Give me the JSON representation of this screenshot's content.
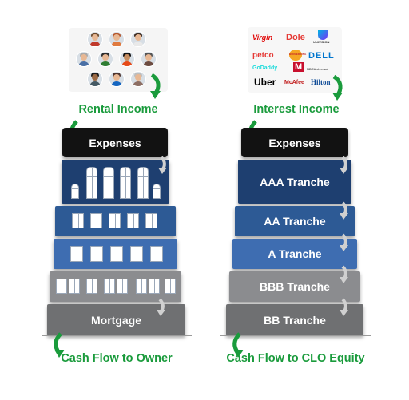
{
  "left": {
    "top_label": "Rental Income",
    "blocks": [
      "Expenses",
      "Mortgage"
    ],
    "bottom_label": "Cash Flow to Owner"
  },
  "right": {
    "top_label": "Interest Income",
    "blocks": [
      "Expenses",
      "AAA Tranche",
      "AA Tranche",
      "A Tranche",
      "BBB Tranche",
      "BB Tranche"
    ],
    "bottom_label": "Cash Flow to CLO Equity"
  },
  "logos": [
    "Virgin",
    "Dole",
    "UNIVISION",
    "petco",
    "BURGER KING",
    "DELL",
    "GoDaddy",
    "M",
    "NBCUniversal",
    "Uber",
    "McAfee",
    "Hilton"
  ],
  "colors": {
    "green": "#1a9b3c",
    "expenses": "#121212",
    "navy": "#1e3f70",
    "mid_blue": "#2d5a95",
    "light_blue": "#3e6db1",
    "gray": "#8b8c8f",
    "dark_gray": "#6f7072"
  }
}
